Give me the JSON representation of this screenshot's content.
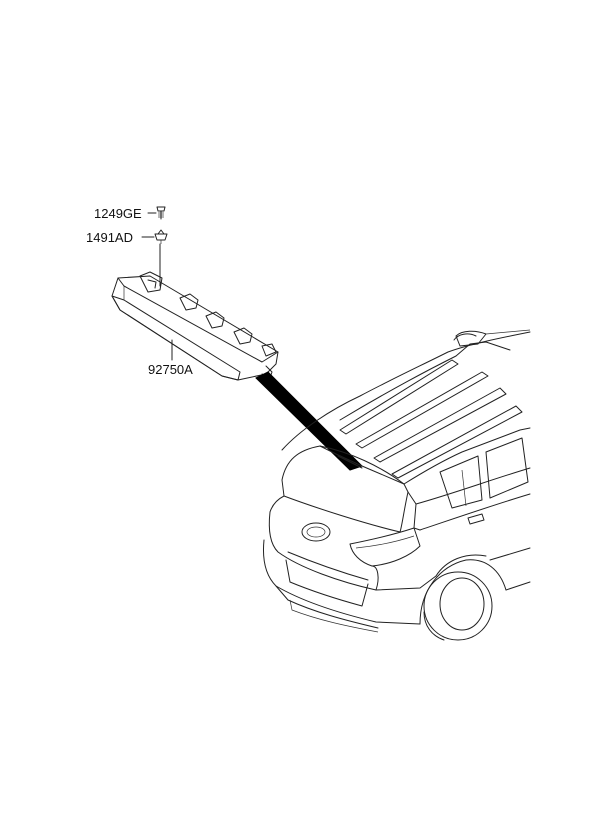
{
  "parts": {
    "screw": {
      "code": "1249GE"
    },
    "nut": {
      "code": "1491AD"
    },
    "lamp": {
      "code": "92750A"
    }
  },
  "line_color": "#222222",
  "leader_color": "#000000",
  "background": "#ffffff"
}
